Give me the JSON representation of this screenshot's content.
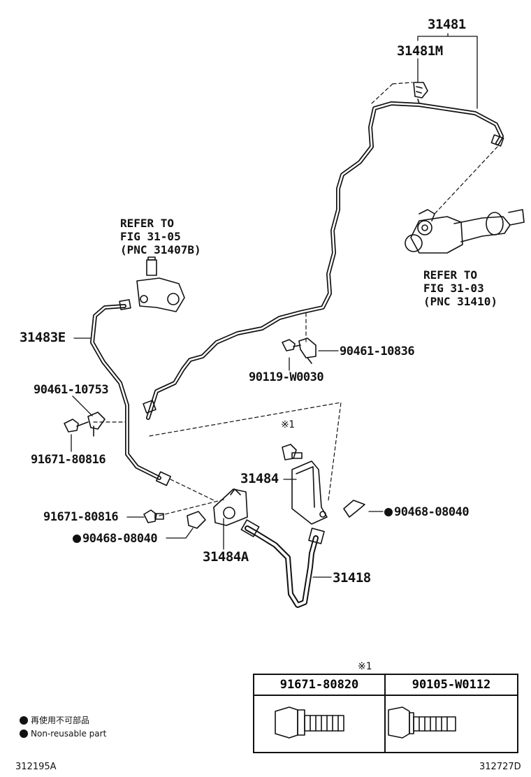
{
  "figure": {
    "id_left": "312195A",
    "id_right": "312727D"
  },
  "labels": {
    "p31481": "31481",
    "p31481M": "31481M",
    "p31483E": "31483E",
    "p90461_10753": "90461-10753",
    "p91671_80816_top": "91671-80816",
    "p90461_10836": "90461-10836",
    "p90119_W0030": "90119-W0030",
    "mark_x1": "※1",
    "p31484": "31484",
    "p90468_08040_right": "90468-08040",
    "p91671_80816_bottom": "91671-80816",
    "p90468_08040_left": "90468-08040",
    "p31484A": "31484A",
    "p31418": "31418"
  },
  "references": {
    "ref_31_05": "REFER TO\nFIG 31-05\n(PNC 31407B)",
    "ref_31_03": "REFER TO\nFIG 31-03\n(PNC 31410)"
  },
  "table": {
    "note": "※1",
    "col1": "91671-80820",
    "col2": "90105-W0112"
  },
  "legend": {
    "jp": "再使用不可部品",
    "en": "Non-reusable part"
  },
  "colors": {
    "line": "#111111",
    "background": "#ffffff"
  }
}
